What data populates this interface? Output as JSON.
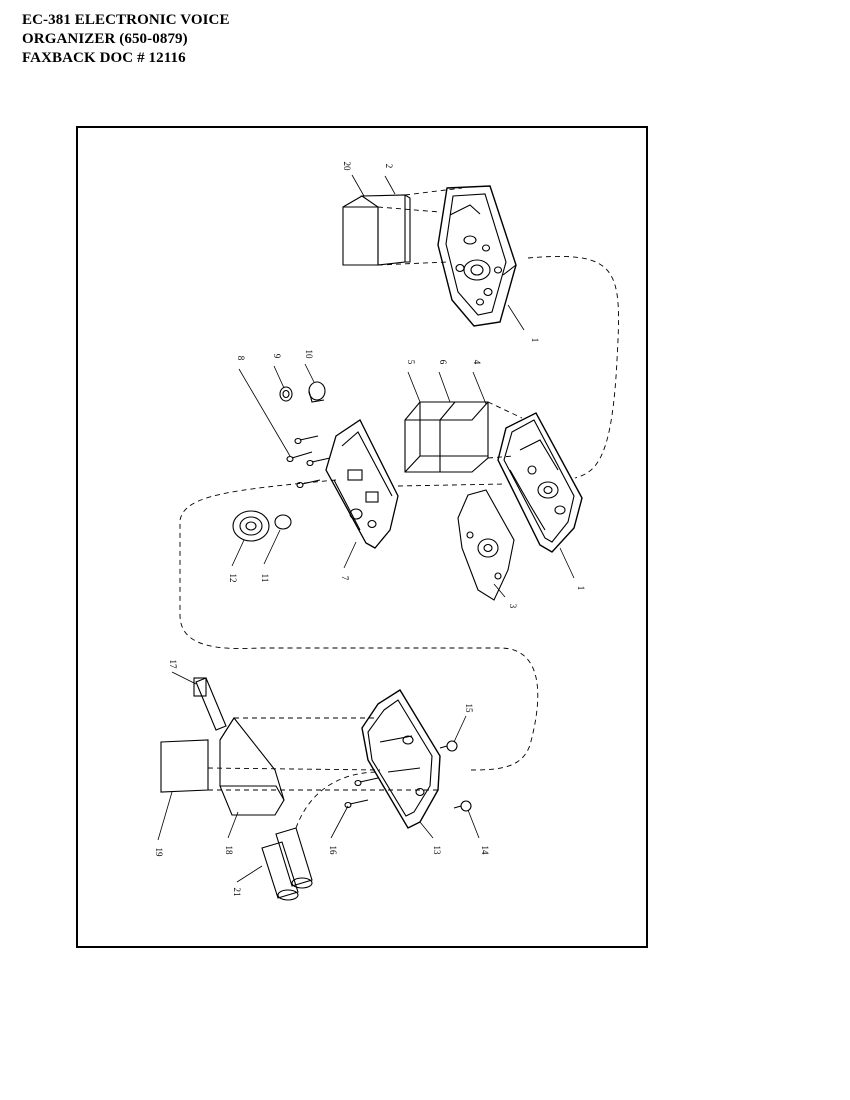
{
  "title_lines": [
    "EC-381 ELECTRONIC VOICE",
    "ORGANIZER  (650-0879)",
    "FAXBACK DOC # 12116"
  ],
  "part_numbers": [
    "1",
    "2",
    "3",
    "4",
    "5",
    "6",
    "7",
    "8",
    "9",
    "10",
    "11",
    "12",
    "13",
    "14",
    "15",
    "16",
    "17",
    "18",
    "19",
    "20",
    "21",
    "1"
  ]
}
